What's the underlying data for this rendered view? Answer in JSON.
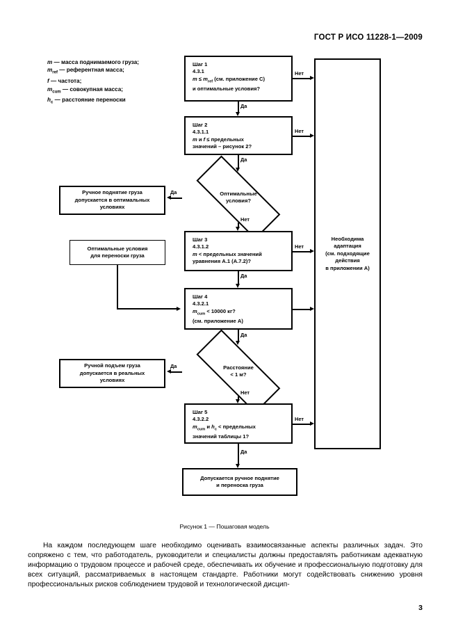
{
  "header": {
    "standard": "ГОСТ Р ИСО 11228-1—2009"
  },
  "legend": {
    "lines": [
      {
        "sym": "m",
        "sub": "",
        "text": " — масса поднимаемого груза;"
      },
      {
        "sym": "m",
        "sub": "ref",
        "text": " — референтная масса;"
      },
      {
        "sym": "f",
        "sub": "",
        "text": " — частота;"
      },
      {
        "sym": "m",
        "sub": "cum",
        "text": " — совокупная масса;"
      },
      {
        "sym": "h",
        "sub": "c",
        "text": " — расстояние переноски"
      }
    ]
  },
  "flowchart": {
    "step1": {
      "title": "Шаг 1",
      "clause": "4.3.1",
      "line3": "m ≤ m_ref (см. приложение C)",
      "line4": "и оптимальные условия?"
    },
    "step2": {
      "title": "Шаг 2",
      "clause": "4.3.1.1",
      "line3": "m и f ≤ предельных",
      "line4": "значений – рисунок 2?"
    },
    "step3": {
      "title": "Шаг 3",
      "clause": "4.3.1.2",
      "line3": "m < предельных значений",
      "line4": "уравнения А.1 (А.7.2)?"
    },
    "step4": {
      "title": "Шаг 4",
      "clause": "4.3.2.1",
      "line3": "m_cum < 10000 кг?",
      "line4": "(см. приложение А)"
    },
    "step5": {
      "title": "Шаг 5",
      "clause": "4.3.2.2",
      "line3": "m_cum и h_c < предельных",
      "line4": "значений таблицы 1?"
    },
    "decision1": {
      "line1": "Оптимальные",
      "line2": "условия?"
    },
    "decision2": {
      "line1": "Расстояние",
      "line2": "< 1 м?"
    },
    "result_optimal": {
      "line1": "Ручное поднятие груза",
      "line2": "допускается в оптимальных",
      "line3": "условиях"
    },
    "result_carry": {
      "line1": "Оптимальные условия",
      "line2": "для переноски груза"
    },
    "result_real": {
      "line1": "Ручной подъем груза",
      "line2": "допускается в реальных",
      "line3": "условиях"
    },
    "result_adapt": {
      "line1": "Необходима",
      "line2": "адаптация",
      "line3": "(см. подходящие",
      "line4": "действия",
      "line5": "в приложении А)"
    },
    "result_final": {
      "line1": "Допускается ручное поднятие",
      "line2": "и переноска груза"
    },
    "labels": {
      "yes": "Да",
      "no": "Нет"
    }
  },
  "caption": {
    "text": "Рисунок 1 — Пошаговая модель"
  },
  "body": {
    "paragraph": "На каждом последующем шаге необходимо оценивать взаимосвязанные аспекты различных задач. Это сопряжено с тем, что работодатель, руководители и специалисты должны предоставлять работникам адекватную информацию о трудовом процессе и рабочей среде, обеспечивать их обучение и профессио­нальную подготовку для всех ситуаций, рассматриваемых в настоящем стандарте. Работники могут содей­ствовать снижению уровня профессиональных рисков соблюдением трудовой и технологической дисцип-"
  },
  "folio": {
    "page": "3"
  }
}
